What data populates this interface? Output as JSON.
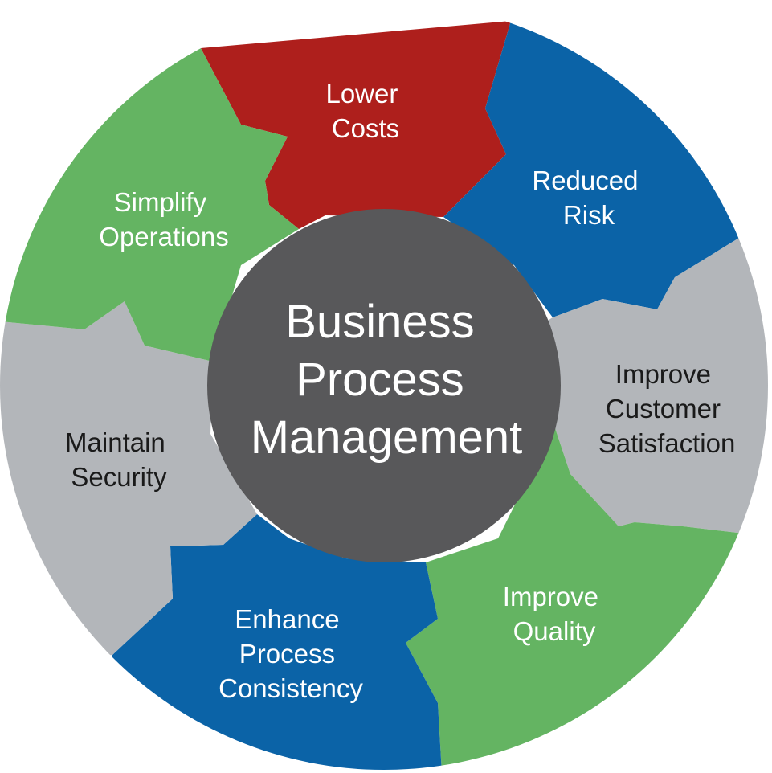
{
  "center": {
    "lines": [
      "Business",
      "Process",
      "Management"
    ],
    "color": "#58585a"
  },
  "colors": {
    "red": "#ae1f1c",
    "blue": "#0b63a7",
    "grey": "#b3b6ba",
    "green": "#64b462",
    "text_light": "#ffffff",
    "text_dark": "#1a1a1a"
  },
  "segments": [
    {
      "key": "lower-costs",
      "lines": [
        "Lower",
        "Costs"
      ],
      "color": "red",
      "text": "light"
    },
    {
      "key": "reduced-risk",
      "lines": [
        "Reduced",
        "Risk"
      ],
      "color": "blue",
      "text": "light"
    },
    {
      "key": "improve-customer-satisfaction",
      "lines": [
        "Improve",
        "Customer",
        "Satisfaction"
      ],
      "color": "grey",
      "text": "dark"
    },
    {
      "key": "improve-quality",
      "lines": [
        "Improve",
        "Quality"
      ],
      "color": "green",
      "text": "light"
    },
    {
      "key": "enhance-process-consistency",
      "lines": [
        "Enhance",
        "Process",
        "Consistency"
      ],
      "color": "blue",
      "text": "light"
    },
    {
      "key": "maintain-security",
      "lines": [
        "Maintain",
        "Security"
      ],
      "color": "grey",
      "text": "dark"
    },
    {
      "key": "simplify-operations",
      "lines": [
        "Simplify",
        "Operations"
      ],
      "color": "green",
      "text": "light"
    }
  ]
}
